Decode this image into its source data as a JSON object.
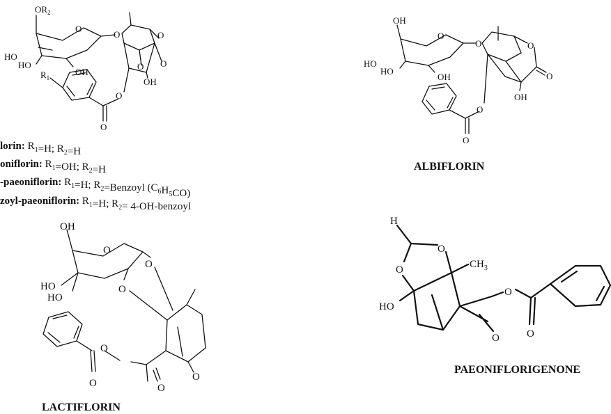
{
  "paeoniflorin_group": {
    "atoms": {
      "or2": "OR",
      "or2_sub": "2",
      "ho1": "HO",
      "ho2": "HO",
      "oh": "OH",
      "oh_bottom": "OH",
      "r1": "R",
      "r1_sub": "1",
      "o_ring": "O",
      "o_link": "O",
      "o_cage1": "O",
      "o_cage2": "O",
      "o_cage3": "O",
      "o_ester": "O",
      "o_carbonyl": "O"
    },
    "derivatives": [
      {
        "name": "lorin:",
        "parts": [
          {
            "t": " R",
            "sub": "1"
          },
          {
            "t": "=H; R",
            "sub": "2"
          },
          {
            "t": "=H"
          }
        ]
      },
      {
        "name": "oniflorin:",
        "parts": [
          {
            "t": " R",
            "sub": "1"
          },
          {
            "t": "=OH; R",
            "sub": "2"
          },
          {
            "t": "=H"
          }
        ]
      },
      {
        "name": "-paeoniflorin:",
        "parts": [
          {
            "t": " R",
            "sub": "1"
          },
          {
            "t": "=H; R",
            "sub": "2"
          },
          {
            "t": "=Benzoyl (C"
          },
          {
            "t": "",
            "sub": "6"
          },
          {
            "t": "H"
          },
          {
            "t": "",
            "sub": "5"
          },
          {
            "t": "CO)"
          }
        ]
      },
      {
        "name": "zoyl-paeoniflorin:",
        "parts": [
          {
            "t": " R",
            "sub": "1"
          },
          {
            "t": "=H; R",
            "sub": "2"
          },
          {
            "t": "= 4-OH-benzoyl"
          }
        ]
      }
    ]
  },
  "albiflorin": {
    "name": "ALBIFLORIN",
    "atoms": {
      "oh_top": "OH",
      "ho1": "HO",
      "ho2": "HO",
      "oh": "OH",
      "oh_bottom": "OH",
      "o_ring": "O",
      "o_link": "O",
      "o_lactone": "O",
      "o_carbonyl_r": "O",
      "o_ester": "O",
      "o_carbonyl": "O"
    }
  },
  "lactiflorin": {
    "name": "LACTIFLORIN",
    "atoms": {
      "oh_top": "OH",
      "ho1": "HO",
      "ho2": "HO",
      "o_ring": "O",
      "o_link1": "O",
      "o_link2": "O",
      "o_ester": "O",
      "o_carbonyl": "O",
      "o_lactone": "O",
      "o_carbonyl2": "O"
    }
  },
  "paeoniflorigenone": {
    "name": "PAEONIFLORIGENONE",
    "atoms": {
      "h": "H",
      "o_top": "O",
      "o_left": "O",
      "ch3": "CH",
      "ch3_sub": "3",
      "ho": "HO",
      "o_ketone": "O",
      "o_ester": "O",
      "o_carbonyl": "O"
    }
  }
}
